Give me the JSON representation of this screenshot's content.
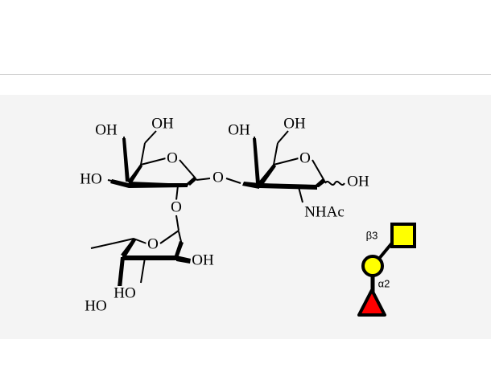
{
  "page": {
    "background_color": "#ffffff",
    "panel_background_color": "#f4f4f4",
    "divider_color": "#c8c8c8"
  },
  "structure": {
    "title": "",
    "bond_color": "#000000",
    "residues": [
      {
        "id": "gal",
        "name": "Galactose",
        "position": "upper-left",
        "labels": [
          "OH",
          "OH",
          "HO",
          "O",
          "O"
        ]
      },
      {
        "id": "galnac",
        "name": "N-Acetylgalactosamine",
        "position": "upper-right",
        "labels": [
          "OH",
          "OH",
          "O",
          "OH",
          "NHAc"
        ]
      },
      {
        "id": "fuc",
        "name": "Fucose",
        "position": "lower-left",
        "labels": [
          "O",
          "OH",
          "HO",
          "HO"
        ]
      }
    ],
    "atom_labels": {
      "gal_o6h": "OH",
      "gal_o4h": "OH",
      "gal_ho3": "HO",
      "gal_ring_o": "O",
      "glyco_o_13": "O",
      "gal_o2_fuc": "O",
      "galnac_o6h": "OH",
      "galnac_o4h": "OH",
      "galnac_ring_o": "O",
      "galnac_anomeric_oh": "OH",
      "galnac_nhac": "NHAc",
      "fuc_ring_o": "O",
      "fuc_oh_right": "OH",
      "fuc_ho_mid": "HO",
      "fuc_ho_left": "HO"
    }
  },
  "snfg": {
    "title": "",
    "nodes": [
      {
        "id": "galnac-square",
        "shape": "square",
        "color": "#ffff00",
        "outline": "#000000",
        "residue": "GalNAc"
      },
      {
        "id": "gal-circle",
        "shape": "circle",
        "color": "#ffff00",
        "outline": "#000000",
        "residue": "Gal"
      },
      {
        "id": "fuc-triangle",
        "shape": "triangle",
        "color": "#ff0000",
        "outline": "#000000",
        "residue": "Fuc"
      }
    ],
    "linkages": [
      {
        "id": "gal-to-galnac",
        "label": "β3"
      },
      {
        "id": "fuc-to-gal",
        "label": "α2"
      }
    ]
  }
}
